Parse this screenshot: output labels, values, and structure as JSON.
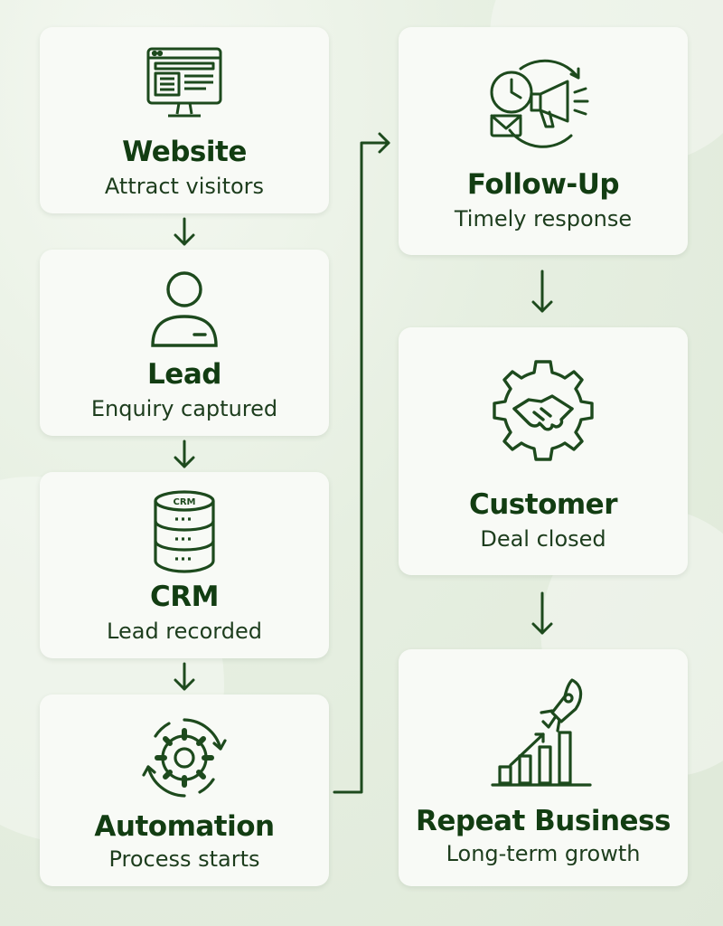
{
  "steps": [
    {
      "title": "Website",
      "subtitle": "Attract visitors",
      "icon": "monitor-icon"
    },
    {
      "title": "Lead",
      "subtitle": "Enquiry captured",
      "icon": "user-icon"
    },
    {
      "title": "CRM",
      "subtitle": "Lead recorded",
      "icon": "database-icon",
      "icon_label": "CRM"
    },
    {
      "title": "Automation",
      "subtitle": "Process starts",
      "icon": "gear-cycle-icon"
    },
    {
      "title": "Follow-Up",
      "subtitle": "Timely response",
      "icon": "clock-megaphone-icon"
    },
    {
      "title": "Customer",
      "subtitle": "Deal closed",
      "icon": "handshake-gear-icon"
    },
    {
      "title": "Repeat Business",
      "subtitle": "Long-term growth",
      "icon": "rocket-growth-icon"
    }
  ],
  "colors": {
    "primary": "#1d4a1d",
    "card": "#f8faf6",
    "background": "#e6efe1"
  }
}
